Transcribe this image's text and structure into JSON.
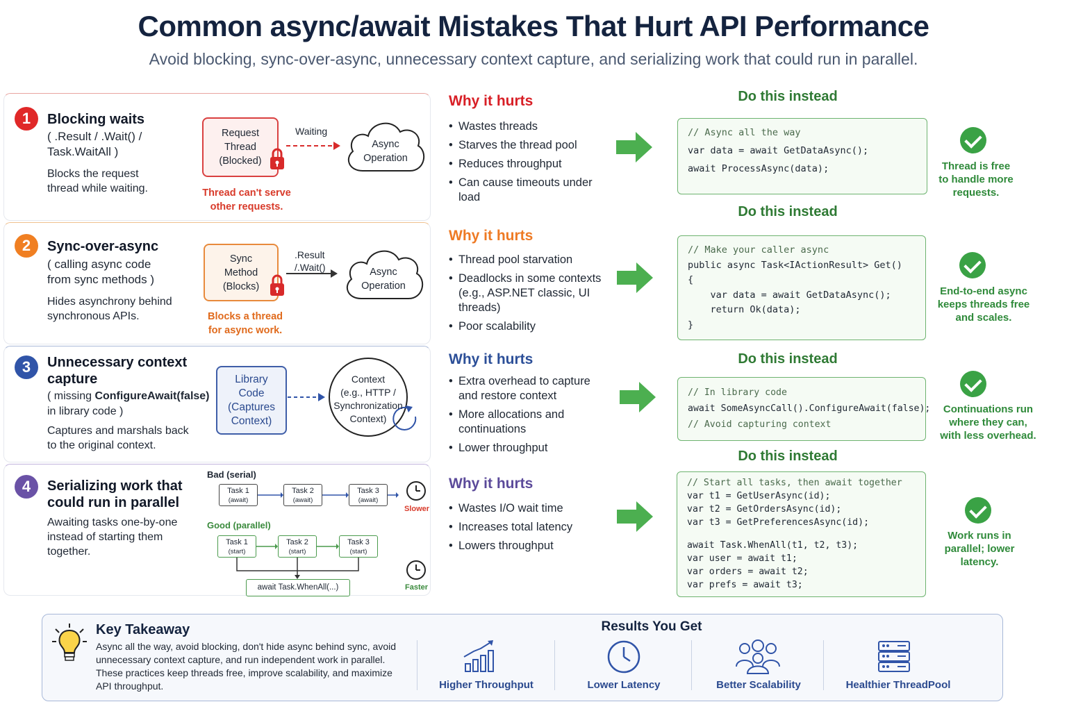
{
  "header": {
    "title": "Common async/await Mistakes That Hurt API Performance",
    "subtitle": "Avoid blocking, sync-over-async, unnecessary context capture, and serializing work that could run in parallel."
  },
  "colors": {
    "red": "#e02828",
    "orange": "#f07f22",
    "blue": "#3054a8",
    "purple": "#6a52a6",
    "green": "#3aa245",
    "navy": "#14233f"
  },
  "mistakes": [
    {
      "number": "1",
      "title": "Blocking waits",
      "subtitle_lines": [
        "( .Result / .Wait() /",
        "Task.WaitAll )"
      ],
      "description_lines": [
        "Blocks the request",
        "thread while waiting."
      ],
      "diagram": {
        "box_lines": [
          "Request",
          "Thread",
          "(Blocked)"
        ],
        "arrow_label": "Waiting",
        "cloud_lines": [
          "Async",
          "Operation"
        ],
        "caption_lines": [
          "Thread can't serve",
          "other requests."
        ]
      },
      "why_title": "Why it hurts",
      "why": [
        "Wastes threads",
        "Starves the thread pool",
        "Reduces throughput",
        "Can cause timeouts under load"
      ],
      "fix_title": "Do this instead",
      "code": [
        "// Async all the way",
        "var data = await GetDataAsync();",
        "await ProcessAsync(data);"
      ],
      "benefit_lines": [
        "Thread is free",
        "to handle more",
        "requests."
      ]
    },
    {
      "number": "2",
      "title": "Sync-over-async",
      "subtitle_lines": [
        "( calling async code",
        "from sync methods )"
      ],
      "description_lines": [
        "Hides asynchrony behind",
        "synchronous APIs."
      ],
      "diagram": {
        "box_lines": [
          "Sync",
          "Method",
          "(Blocks)"
        ],
        "arrow_label_lines": [
          ".Result",
          "/.Wait()"
        ],
        "cloud_lines": [
          "Async",
          "Operation"
        ],
        "caption_lines": [
          "Blocks a thread",
          "for async work."
        ]
      },
      "why_title": "Why it hurts",
      "why": [
        "Thread pool starvation",
        "Deadlocks in some contexts (e.g., ASP.NET classic, UI threads)",
        "Poor scalability"
      ],
      "fix_title": "Do this instead",
      "code": [
        "// Make your caller async",
        "public async Task<IActionResult> Get()",
        "{",
        "    var data = await GetDataAsync();",
        "    return Ok(data);",
        "}"
      ],
      "benefit_lines": [
        "End-to-end async",
        "keeps threads free",
        "and scales."
      ]
    },
    {
      "number": "3",
      "title_lines": [
        "Unnecessary context",
        "capture"
      ],
      "subtitle_prefix": "( missing ",
      "subtitle_bold": "ConfigureAwait(false)",
      "subtitle_line2": "in library code )",
      "description_lines": [
        "Captures and marshals back",
        "to the original context."
      ],
      "diagram": {
        "box_lines": [
          "Library",
          "Code",
          "(Captures",
          "Context)"
        ],
        "circle_lines": [
          "Context",
          "(e.g., HTTP /",
          "Synchronization",
          "Context)"
        ]
      },
      "why_title": "Why it hurts",
      "why": [
        "Extra overhead to capture and restore context",
        "More allocations and continuations",
        "Lower throughput"
      ],
      "fix_title": "Do this instead",
      "code": [
        "// In library code",
        "await SomeAsyncCall().ConfigureAwait(false);",
        "// Avoid capturing context"
      ],
      "benefit_lines": [
        "Continuations run",
        "where they can,",
        "with less overhead."
      ]
    },
    {
      "number": "4",
      "title_lines": [
        "Serializing work that",
        "could run in parallel"
      ],
      "description_lines": [
        "Awaiting tasks one-by-one",
        "instead of starting them",
        "together."
      ],
      "diagram": {
        "bad_label": "Bad (serial)",
        "bad_tasks": [
          {
            "name": "Task 1",
            "sub": "(await)"
          },
          {
            "name": "Task 2",
            "sub": "(await)"
          },
          {
            "name": "Task 3",
            "sub": "(await)"
          }
        ],
        "slower": "Slower",
        "good_label": "Good (parallel)",
        "good_tasks": [
          {
            "name": "Task 1",
            "sub": "(start)"
          },
          {
            "name": "Task 2",
            "sub": "(start)"
          },
          {
            "name": "Task 3",
            "sub": "(start)"
          }
        ],
        "whenall": "await Task.WhenAll(...)",
        "faster": "Faster"
      },
      "why_title": "Why it hurts",
      "why": [
        "Wastes I/O wait time",
        "Increases total latency",
        "Lowers throughput"
      ],
      "fix_title": "Do this instead",
      "code": [
        "// Start all tasks, then await together",
        "var t1 = GetUserAsync(id);",
        "var t2 = GetOrdersAsync(id);",
        "var t3 = GetPreferencesAsync(id);",
        "",
        "await Task.WhenAll(t1, t2, t3);",
        "var user = await t1;",
        "var orders = await t2;",
        "var prefs = await t3;"
      ],
      "benefit_lines": [
        "Work runs in",
        "parallel; lower",
        "latency."
      ]
    }
  ],
  "takeaway": {
    "title": "Key Takeaway",
    "text": "Async all the way, avoid blocking, don't hide async behind sync, avoid unnecessary context capture, and run independent work in parallel. These practices keep threads free, improve scalability, and maximize API throughput.",
    "icon": "lightbulb-icon"
  },
  "results": {
    "title": "Results You Get",
    "items": [
      {
        "label": "Higher Throughput",
        "icon": "bar-chart-up-icon"
      },
      {
        "label": "Lower Latency",
        "icon": "clock-icon"
      },
      {
        "label": "Better Scalability",
        "icon": "users-group-icon"
      },
      {
        "label": "Healthier ThreadPool",
        "icon": "server-stack-icon"
      }
    ]
  }
}
